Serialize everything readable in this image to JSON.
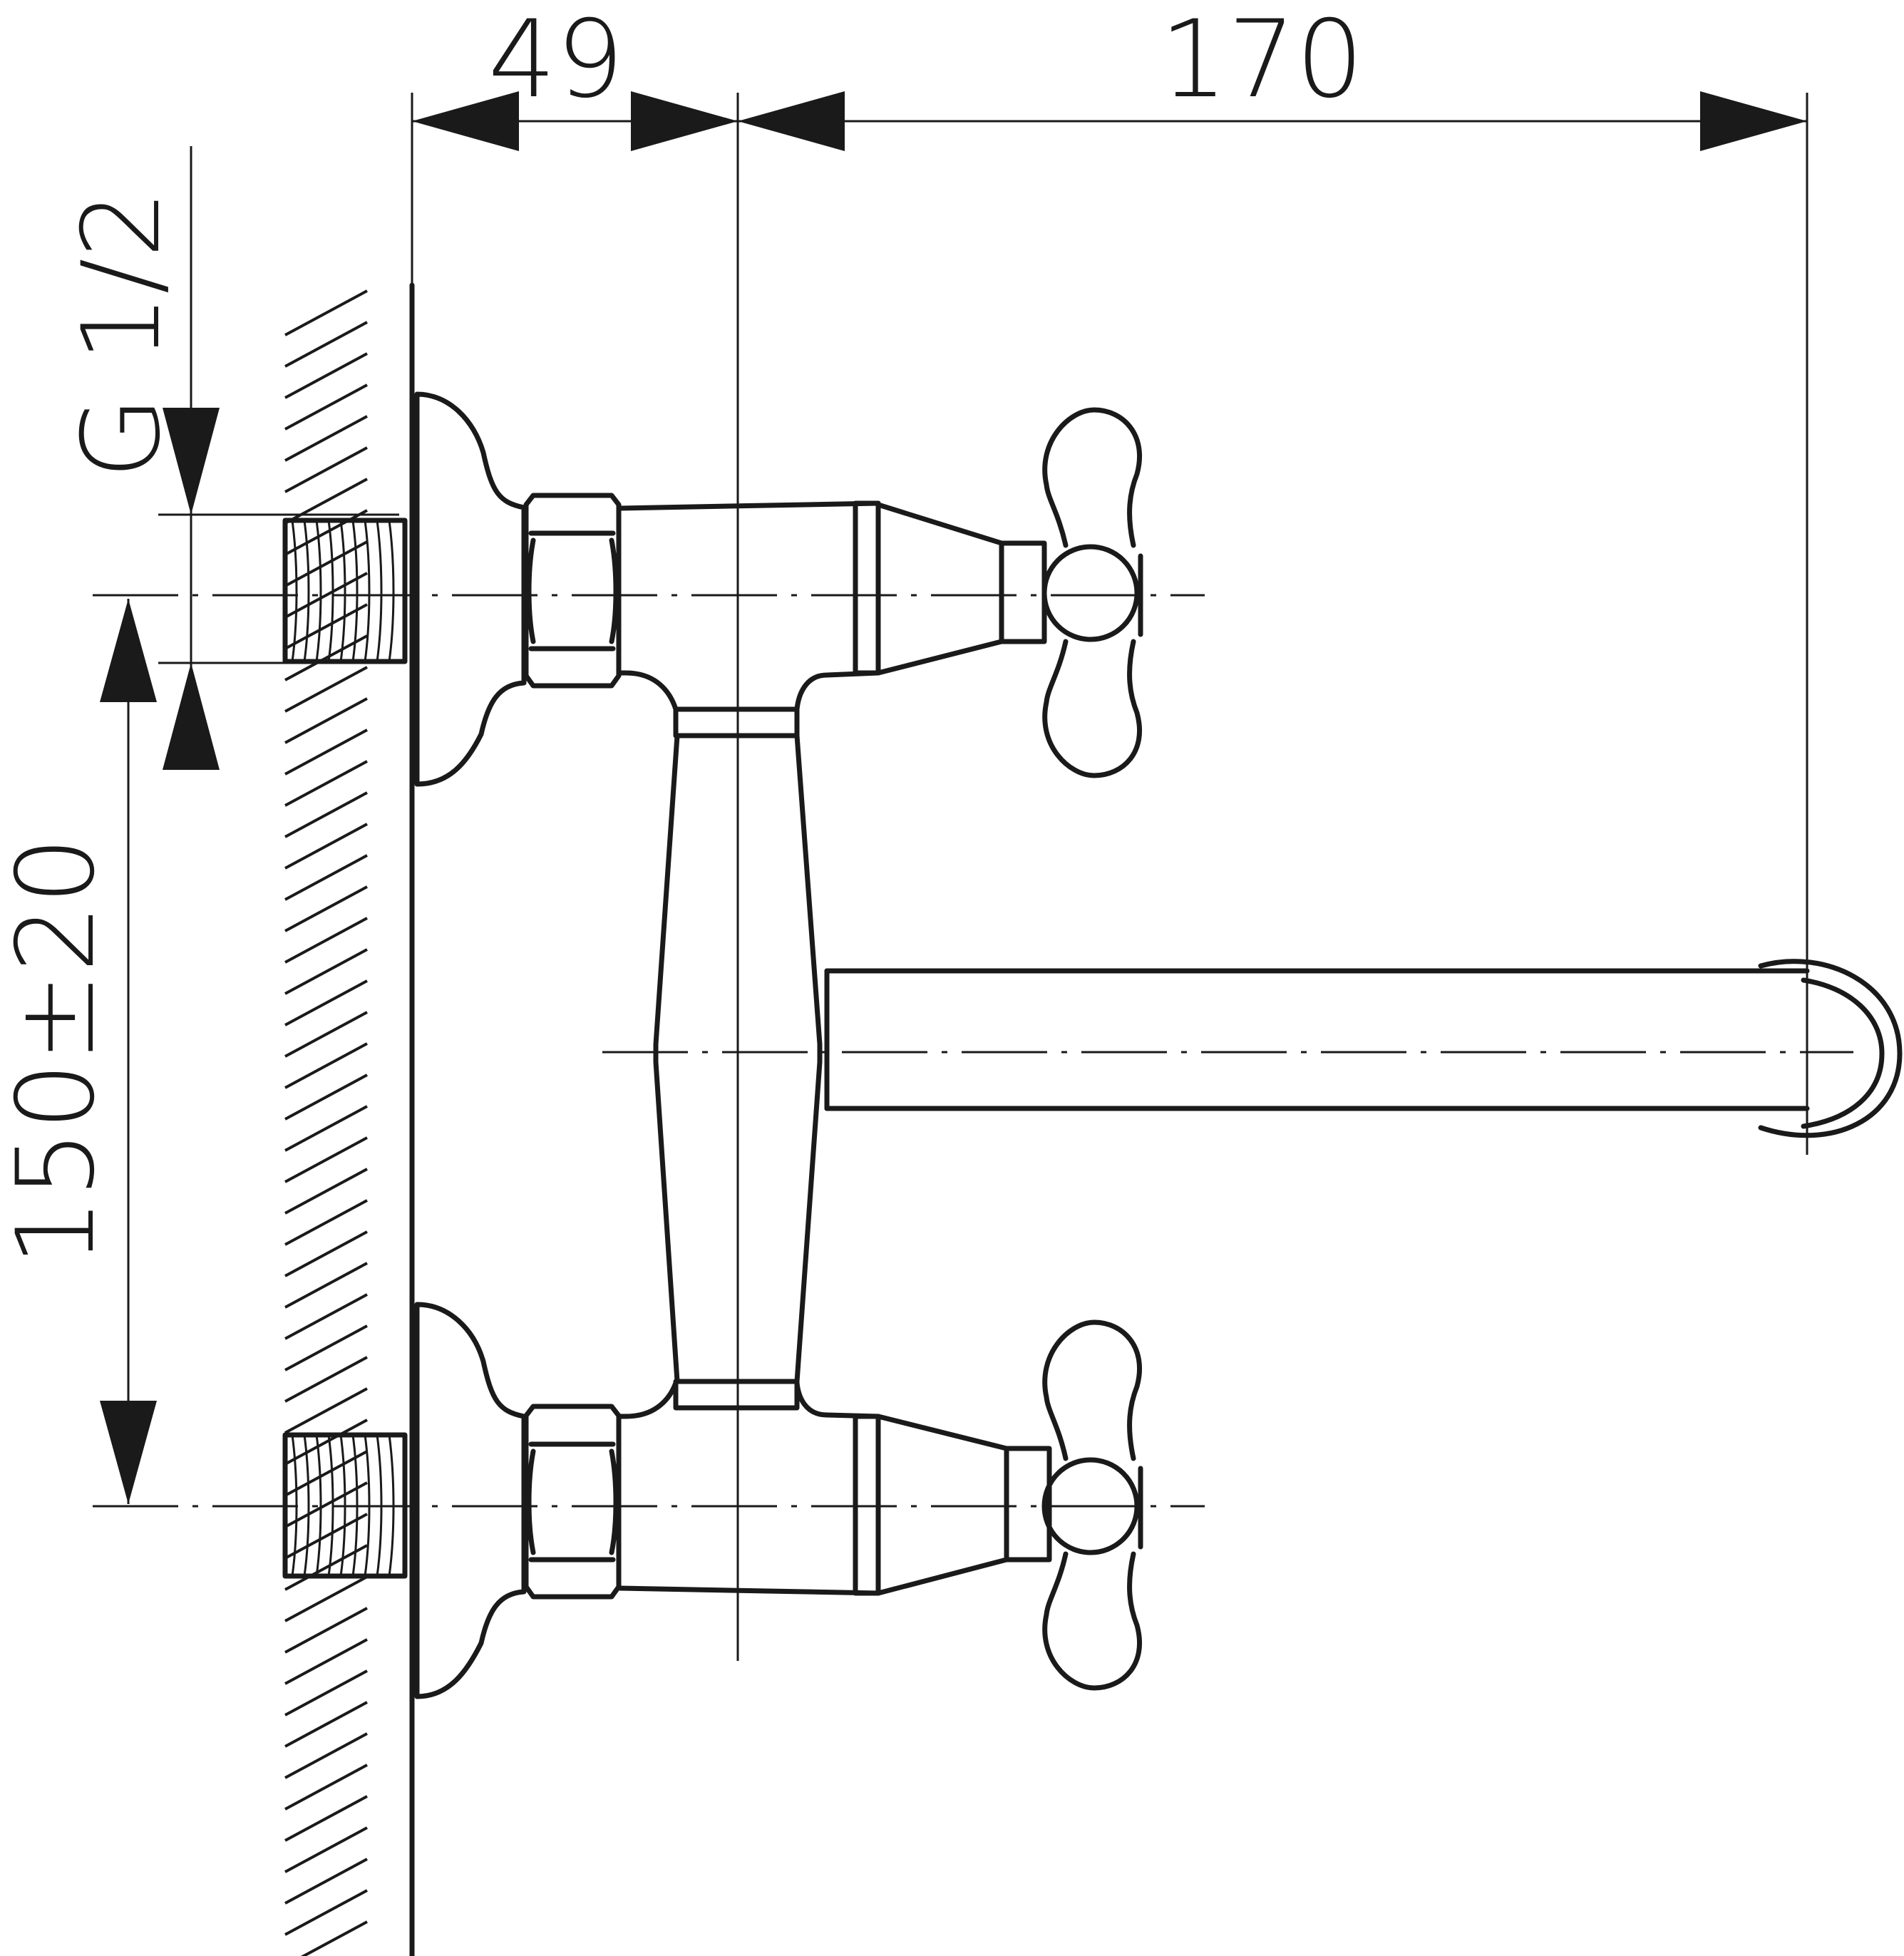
{
  "dimensions": {
    "top_left": "49",
    "top_right": "170",
    "thread": "G 1/2",
    "vertical": "150±20"
  },
  "colors": {
    "line": "#1a1a1a",
    "background": "#ffffff"
  }
}
